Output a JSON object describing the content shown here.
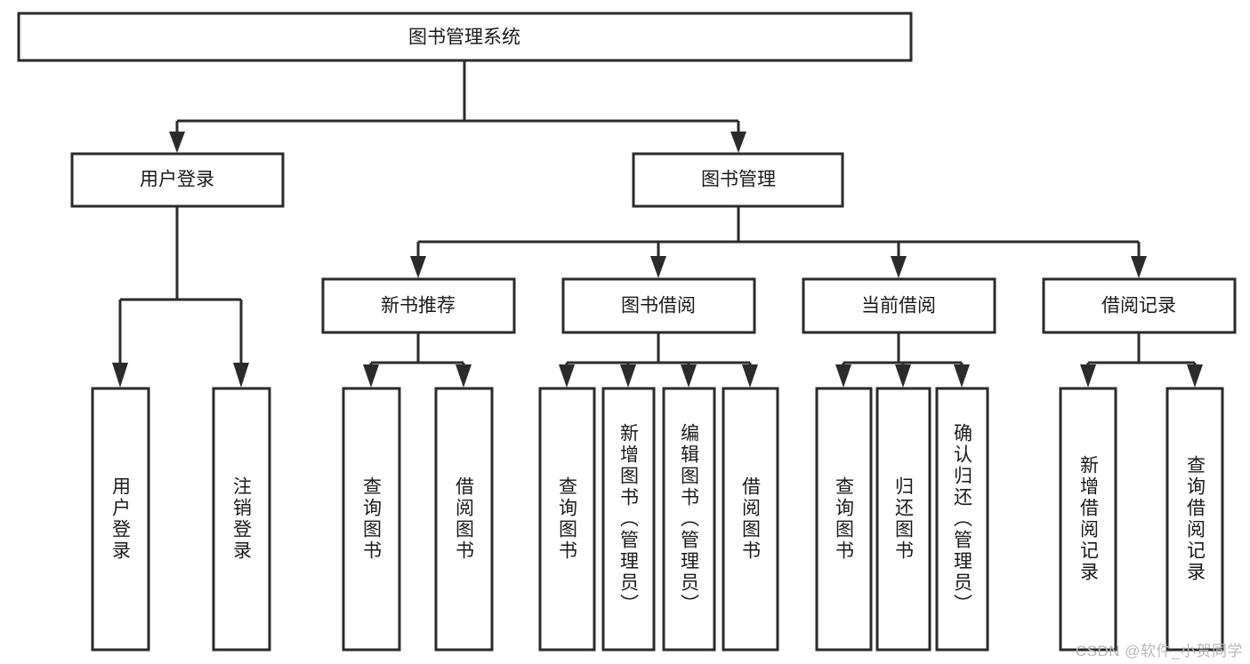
{
  "diagram": {
    "title": "图书管理系统",
    "type": "tree-hierarchy-chart",
    "watermark": "CSDN @软件_小贺同学",
    "root": {
      "label": "图书管理系统"
    },
    "level2": [
      {
        "label": "用户登录"
      },
      {
        "label": "图书管理"
      }
    ],
    "level3": [
      {
        "label": "新书推荐"
      },
      {
        "label": "图书借阅"
      },
      {
        "label": "当前借阅"
      },
      {
        "label": "借阅记录"
      }
    ],
    "leaves": {
      "user_login": [
        {
          "label": "用户登录"
        },
        {
          "label": "注销登录"
        }
      ],
      "new_book_recommend": [
        {
          "label": "查询图书"
        },
        {
          "label": "借阅图书"
        }
      ],
      "book_borrow": [
        {
          "label": "查询图书"
        },
        {
          "label": "新增图书（管理员）"
        },
        {
          "label": "编辑图书（管理员）"
        },
        {
          "label": "借阅图书"
        }
      ],
      "current_borrow": [
        {
          "label": "查询图书"
        },
        {
          "label": "归还图书"
        },
        {
          "label": "确认归还（管理员）"
        }
      ],
      "borrow_record": [
        {
          "label": "新增借阅记录"
        },
        {
          "label": "查询借阅记录"
        }
      ]
    },
    "colors": {
      "box_stroke": "#2b2b2b",
      "box_fill": "#ffffff",
      "text": "#1a1a1a",
      "background": "#ffffff",
      "watermark": "#b9b9b9"
    }
  }
}
